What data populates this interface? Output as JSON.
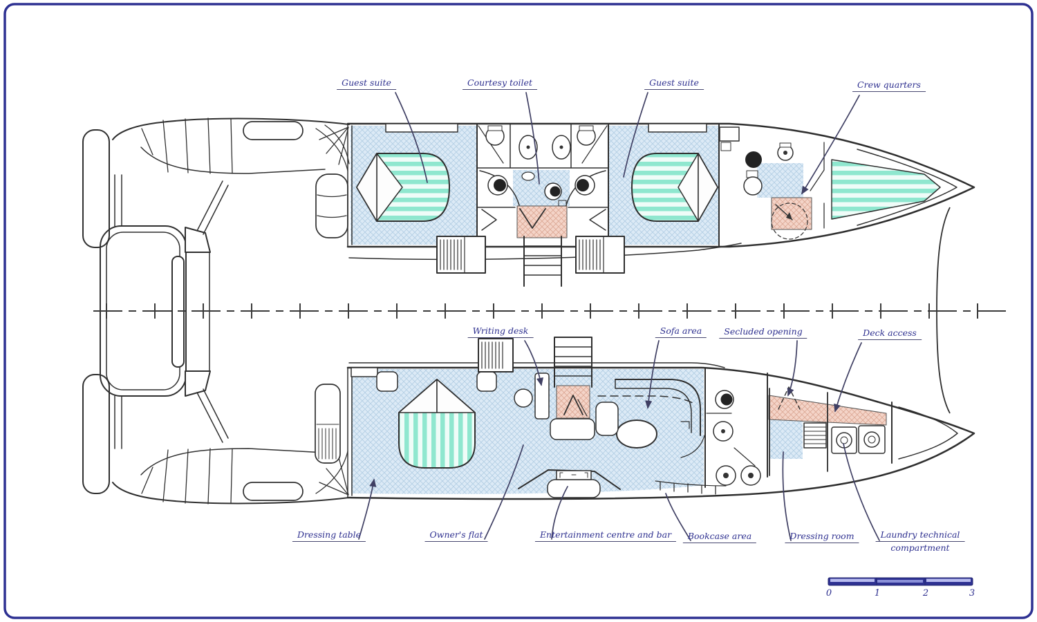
{
  "diagram": {
    "type": "catamaran-deck-plan",
    "labels": {
      "guest_suite_left": "Guest suite",
      "courtesy_toilet": "Courtesy toilet",
      "guest_suite_right": "Guest suite",
      "crew_quarters": "Crew quarters",
      "writing_desk": "Writing desk",
      "sofa_area": "Sofa area",
      "secluded_opening": "Secluded opening",
      "deck_access": "Deck access",
      "dressing_table": "Dressing table",
      "owners_flat": "Owner's flat",
      "entertainment_centre": "Entertainment centre and bar",
      "bookcase_area": "Bookcase area",
      "dressing_room": "Dressing room",
      "laundry_line1": "Laundry technical",
      "laundry_line2": "compartment"
    },
    "scale_bar": {
      "ticks": [
        "0",
        "1",
        "2",
        "3"
      ]
    },
    "colors": {
      "border": "#2e3192",
      "label_text": "#2d2f8f",
      "floor_hatch": "#dceaf6",
      "mattress_stripe": "#8fe7cf",
      "stairs_hatch": "#f4d4c8",
      "line": "#2f2f2f"
    }
  }
}
